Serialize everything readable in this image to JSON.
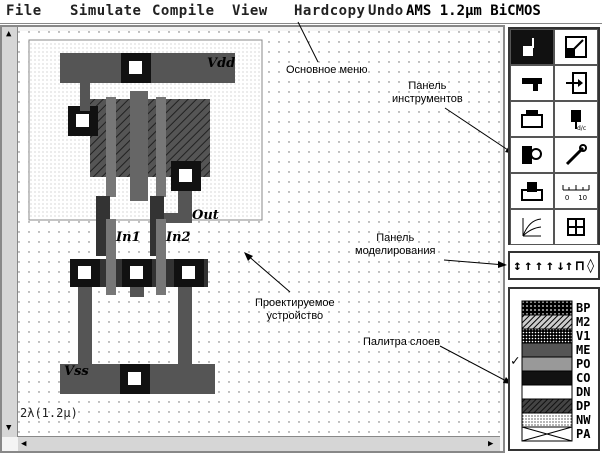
{
  "menu": {
    "items": [
      "File",
      "Simulate",
      "Compile",
      "View",
      "Hardcopy",
      "Undo"
    ],
    "process_title": "AMS 1.2µm BiCMOS"
  },
  "annotations": {
    "main_menu": "Основное меню",
    "tool_panel_line1": "Панель",
    "tool_panel_line2": "инструментов",
    "sim_panel_line1": "Панель",
    "sim_panel_line2": "моделирования",
    "device_line1": "Проектируемое",
    "device_line2": "устройство",
    "layer_palette": "Палитра слоев"
  },
  "cell_labels": {
    "vdd": "Vdd",
    "vss": "Vss",
    "in1": "In1",
    "in2": "In2",
    "out": "Out"
  },
  "scale": "2λ(1.2µ)",
  "tools": [
    "pen-icon",
    "resize-icon",
    "gun-icon",
    "import-icon",
    "chip-icon",
    "resistor-icon",
    "probe-icon",
    "wrench-icon",
    "device-icon",
    "ruler-icon",
    "plot-icon",
    "transistor-icon"
  ],
  "ruler_ticks": "0    10",
  "sim_panel": {
    "symbols": [
      "↕",
      "↑",
      "↑",
      "↑",
      "↓↑",
      "⊓",
      "◊"
    ]
  },
  "layers": [
    "BP",
    "M2",
    "V1",
    "ME",
    "PO",
    "CO",
    "DN",
    "DP",
    "NW",
    "PA"
  ],
  "selected_layer_mark": "✓",
  "colors": {
    "metal": "#555555",
    "poly": "#777777",
    "active": "#333333",
    "contact": "#111111"
  }
}
